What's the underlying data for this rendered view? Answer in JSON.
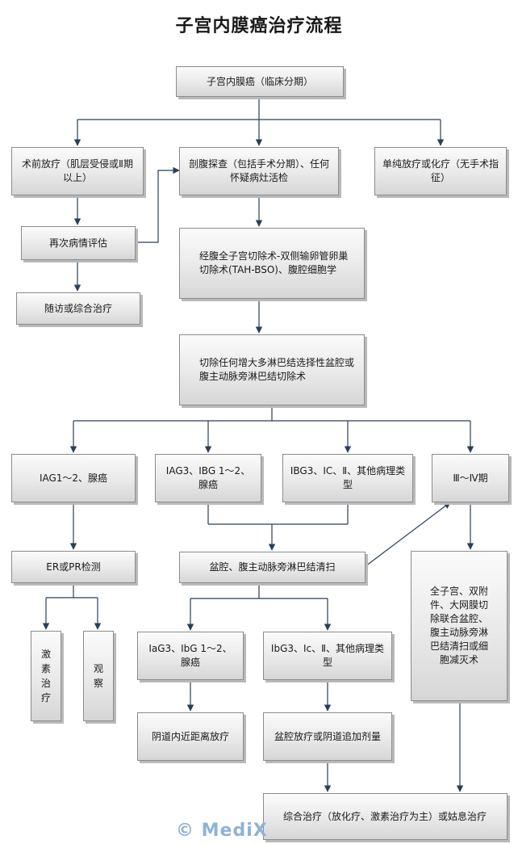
{
  "title": "子宫内膜癌治疗流程",
  "watermark": "© MediX",
  "colors": {
    "line": "#2a3f57",
    "box_border": "#8c8c8c"
  },
  "nodes": {
    "root": "子宫内膜癌（临床分期）",
    "preop": "术前放疗（肌层受侵或Ⅱ期以上）",
    "explore": "剖腹探查（包括手术分期）、任何怀疑病灶活检",
    "radio_only": "单纯放疗或化疗（无手术指征）",
    "reassess": "再次病情评估",
    "followup": "随访或综合治疗",
    "tah": "经腹全子宫切除术-双侧输卵管卵巢切除术(TAH-BSO)、腹腔细胞学",
    "lymph": "切除任何增大多淋巴结选择性盆腔或腹主动脉旁淋巴结切除术",
    "ia": "ⅠAG1～2、腺癌",
    "iag3": "ⅠAG3、ⅠBG 1～2、腺癌",
    "ibg3": "ⅠBG3、ⅠC、Ⅱ、其他病理类型",
    "stage34": "Ⅲ～Ⅳ期",
    "er": "ER或PR检测",
    "pelvic": "盆腔、腹主动脉旁淋巴结清扫",
    "debulk": "全子宫、双附件、大网膜切除联合盆腔、腹主动脉旁淋巴结清扫或细胞减灭术",
    "hormone": "激素治疗",
    "observe": "观察",
    "iag3b": "ⅠaG3、ⅠbG 1～2、腺癌",
    "ibg3b": "ⅠbG3、Ⅰc、Ⅱ、其他病理类型",
    "vaginal": "阴道内近距离放疗",
    "pelvic_rt": "盆腔放疗或阴道追加剂量",
    "combined": "综合治疗（放化疗、激素治疗为主）或姑息治疗"
  }
}
